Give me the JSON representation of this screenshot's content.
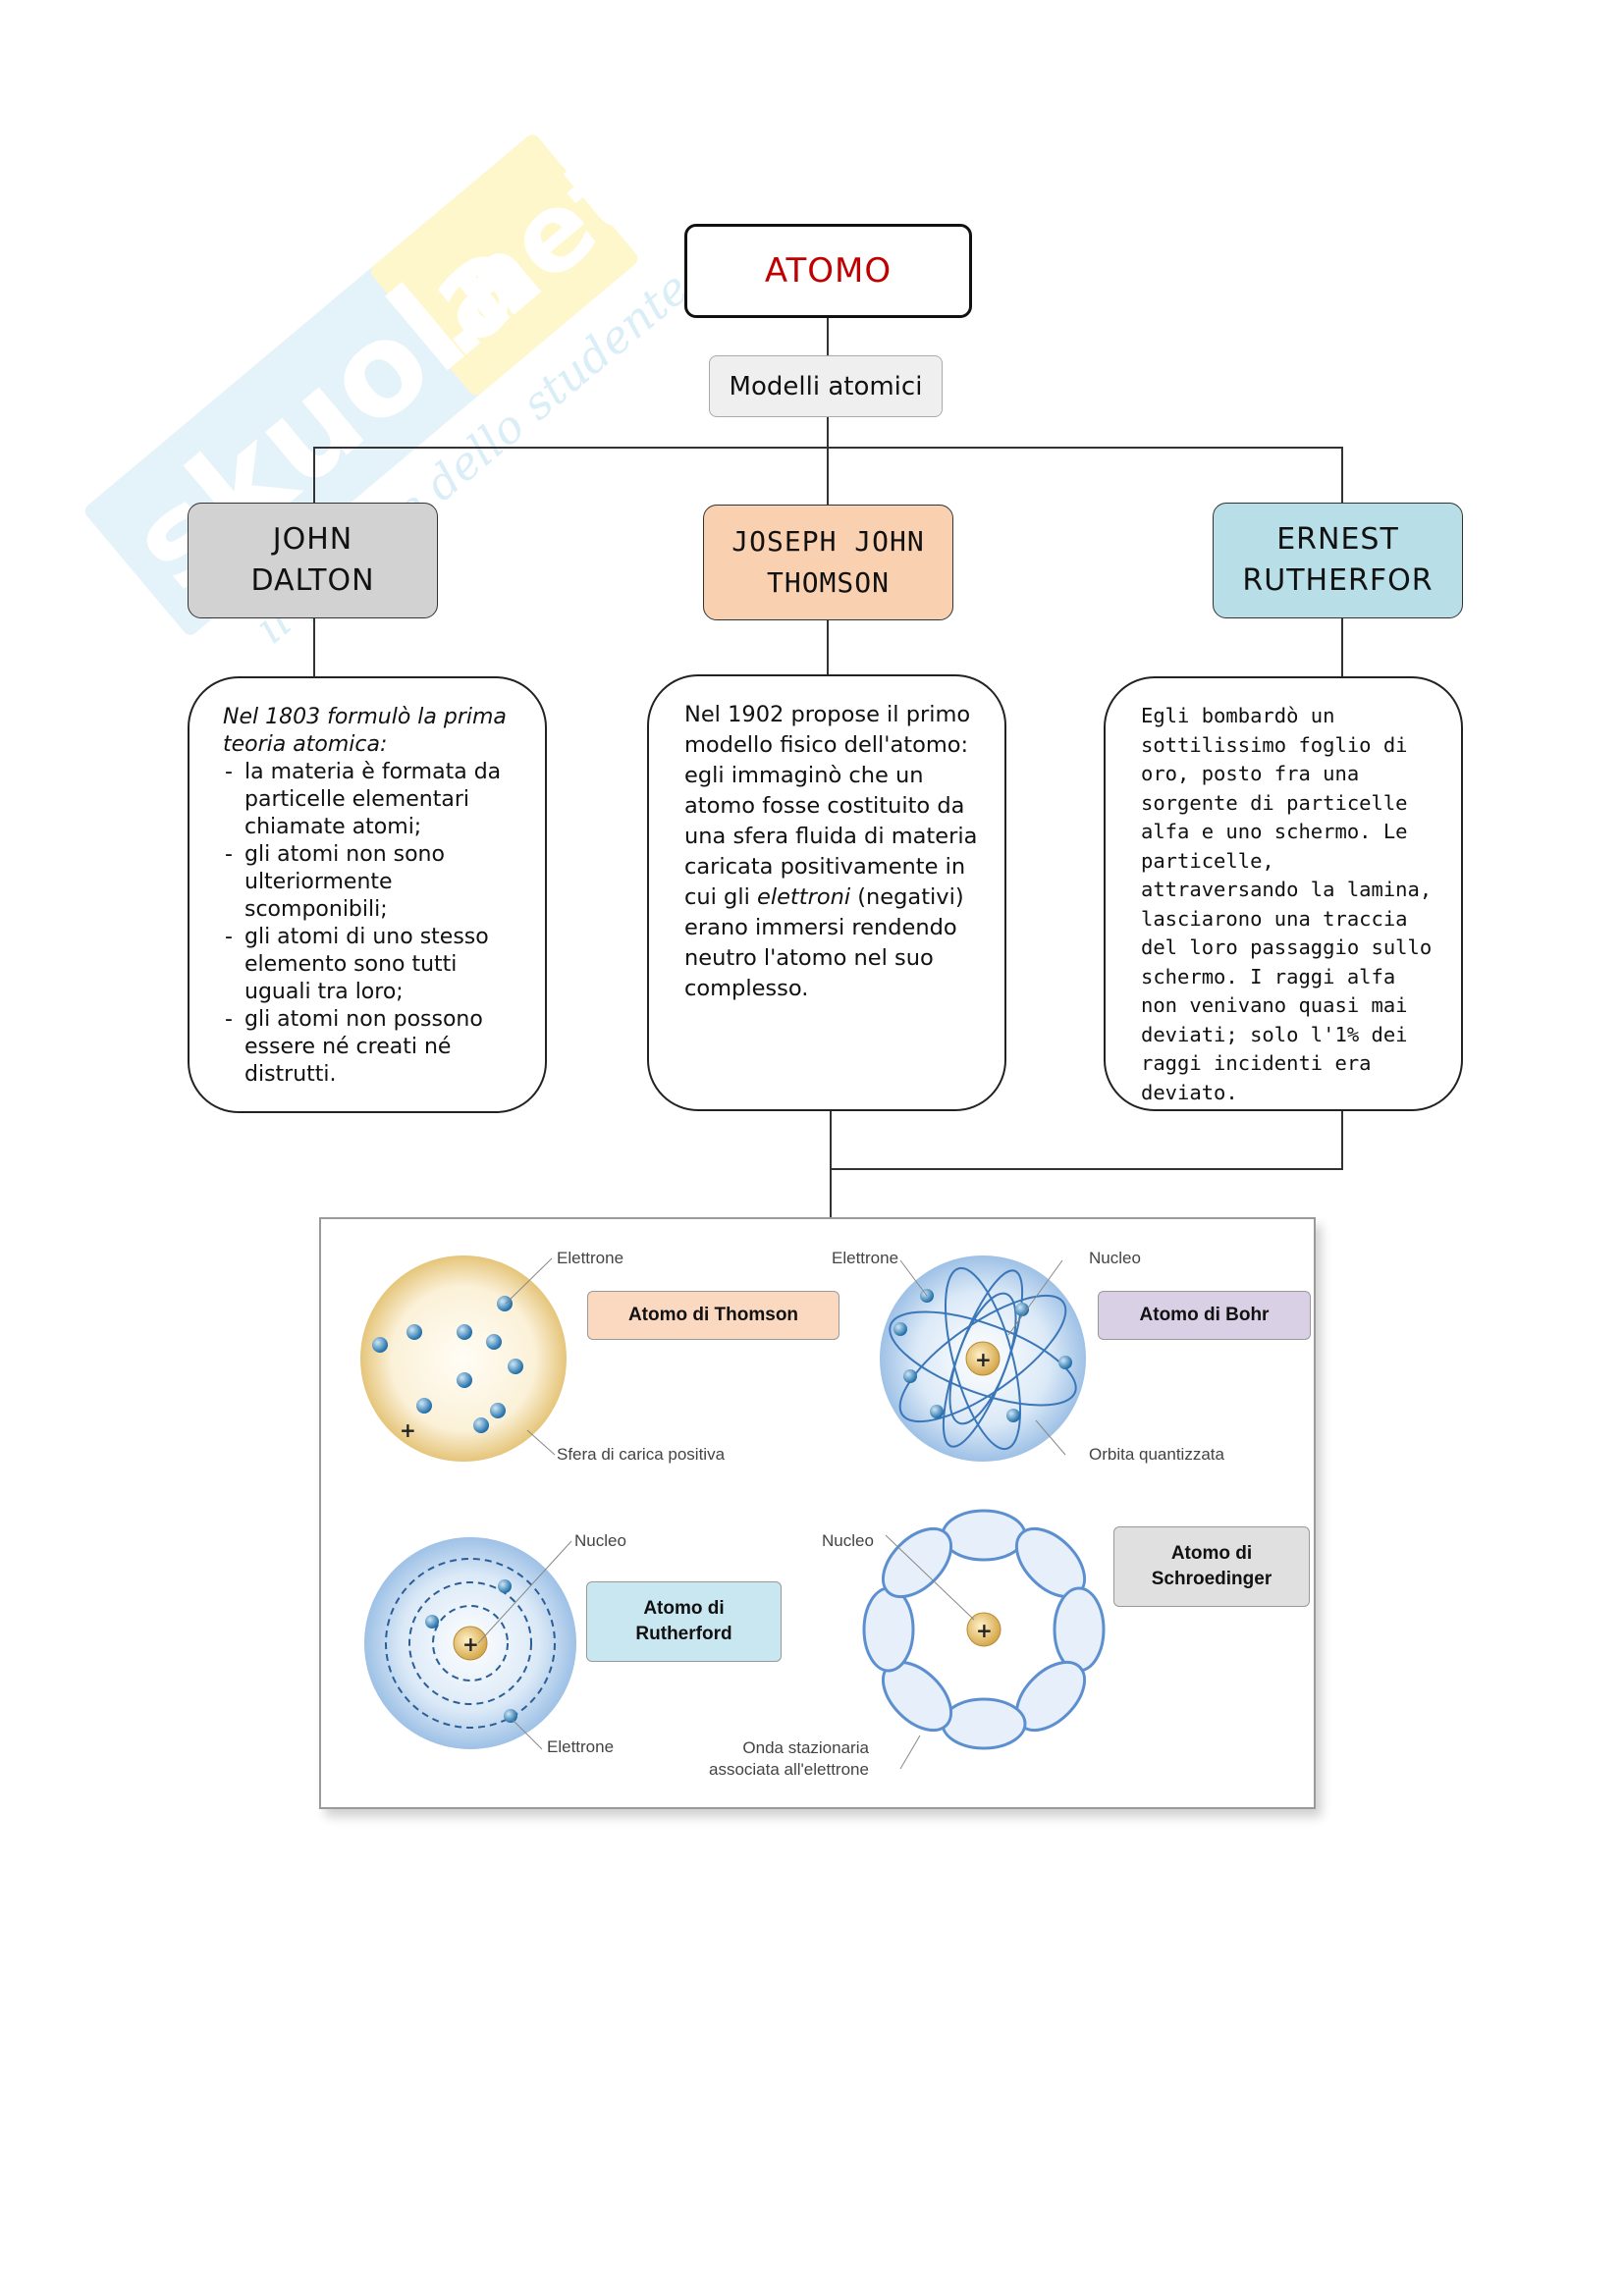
{
  "root": {
    "title": "ATOMO"
  },
  "subtitle": "Modelli atomici",
  "scientists": [
    {
      "name": "JOHN\nDALTON",
      "color": "#d2d2d2"
    },
    {
      "name": "JOSEPH JOHN\nTHOMSON",
      "color": "#f9d1b0"
    },
    {
      "name": "ERNEST\nRUTHERFOR",
      "color": "#b8dfe8"
    }
  ],
  "dalton": {
    "intro": "Nel 1803 formulò la prima teoria atomica:",
    "points": [
      "la materia è formata da particelle elementari chiamate atomi;",
      "gli atomi non sono ulteriormente scomponibili;",
      "gli atomi di uno stesso elemento sono tutti uguali tra loro;",
      "gli atomi non possono essere né creati né distrutti."
    ]
  },
  "thomson": {
    "before": "Nel 1902 propose il primo modello fisico dell'atomo: egli immaginò che un atomo fosse costituito da una sfera fluida di materia caricata positivamente in cui gli ",
    "italic": "elettroni",
    "after": " (negativi) erano immersi rendendo neutro l'atomo nel suo complesso."
  },
  "rutherford": {
    "text": "Egli bombardò un sottilissimo foglio di oro, posto fra una sorgente di particelle alfa e uno schermo. Le particelle, attraversando la lamina, lasciarono una traccia del loro passaggio sullo schermo. I raggi alfa non venivano quasi mai deviati; solo l'1% dei raggi incidenti era deviato."
  },
  "figure": {
    "models": {
      "thomson": {
        "tag": "Atomo di Thomson",
        "color": "#fbd9c0"
      },
      "bohr": {
        "tag": "Atomo di Bohr",
        "color": "#d9d0e6"
      },
      "rutherford": {
        "tag": "Atomo di\nRutherford",
        "color": "#c9e7f0"
      },
      "schroedinger": {
        "tag": "Atomo di\nSchroedinger",
        "color": "#e0e0e0"
      }
    },
    "labels": {
      "thomson_electron": "Elettrone",
      "thomson_sphere": "Sfera di carica positiva",
      "bohr_electron": "Elettrone",
      "bohr_nucleus": "Nucleo",
      "bohr_orbit": "Orbita quantizzata",
      "ruth_nucleus": "Nucleo",
      "ruth_electron": "Elettrone",
      "schro_nucleus": "Nucleo",
      "schro_wave": "Onda stazionaria\nassociata all'elettrone"
    }
  }
}
